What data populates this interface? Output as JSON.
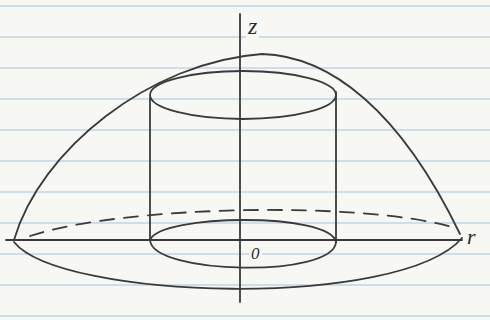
{
  "diagram": {
    "labels": [
      "z",
      "0",
      "r"
    ]
  }
}
